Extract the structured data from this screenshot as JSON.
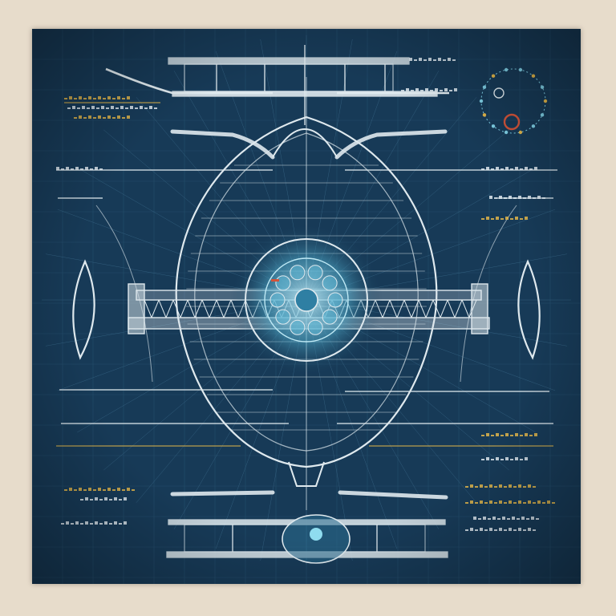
{
  "scene": {
    "subject": "blueprint-spacecraft",
    "colors": {
      "paper": "#e7dccb",
      "panel": "#173a57",
      "panel_dark": "#0f2b44",
      "line_white": "#dfe9ee",
      "line_cyan": "#7fd0e6",
      "accent_gold": "#e2b64a",
      "accent_red": "#d2543a"
    },
    "icons": [
      "spacecraft-body",
      "central-reactor-hub",
      "orbit-diagram",
      "lower-pod",
      "side-fin-left",
      "side-fin-right"
    ]
  }
}
